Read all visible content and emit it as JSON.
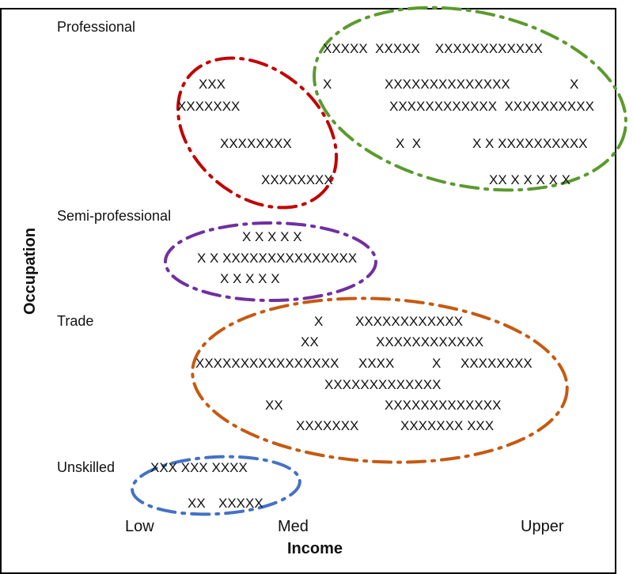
{
  "diagram": {
    "axes": {
      "x_title": "Income",
      "y_title": "Occupation",
      "x_ticks": [
        "Low",
        "Med",
        "Upper"
      ]
    },
    "categories": [
      "Professional",
      "Semi-professional",
      "Trade",
      "Unskilled"
    ],
    "clusters": [
      {
        "name": "professional-high-income",
        "color": "#5b9a2e",
        "rows": [
          "XXXXX  XXXXX    XXXXXXXXXXXX",
          "X",
          "XXXXXXXXXXXXXX",
          "X",
          "XXXXXXXXXXXX  XXXXXXXXXX",
          "X  X",
          "X X XXXXXXXXXX",
          "XX X X X X X"
        ]
      },
      {
        "name": "professional-low-income",
        "color": "#c00000",
        "rows": [
          "XXX",
          "XXXXXXX",
          "XXXXXXXX",
          "XXXXXXXX"
        ]
      },
      {
        "name": "semi-professional",
        "color": "#7030a0",
        "rows": [
          "X X X X X",
          "X X XXXXXXXXXXXXXXX",
          "X X X X X"
        ]
      },
      {
        "name": "trade",
        "color": "#c55a11",
        "rows": [
          "X",
          "XXXXXXXXXXXX",
          "XX",
          "XXXXXXXXXXXX",
          "XXXXXXXXXXXXXXXX",
          "XXXX",
          "X",
          "XXXXXXXX",
          "XXXXXXXXXXXXX",
          "XX",
          "XXXXXXXXXXXXX",
          "XXXXXXX",
          "XXXXXXX XXX"
        ]
      },
      {
        "name": "unskilled",
        "color": "#4472c4",
        "rows": [
          "XXX XXX XXXX",
          "XX",
          "XXXXX"
        ]
      }
    ]
  }
}
